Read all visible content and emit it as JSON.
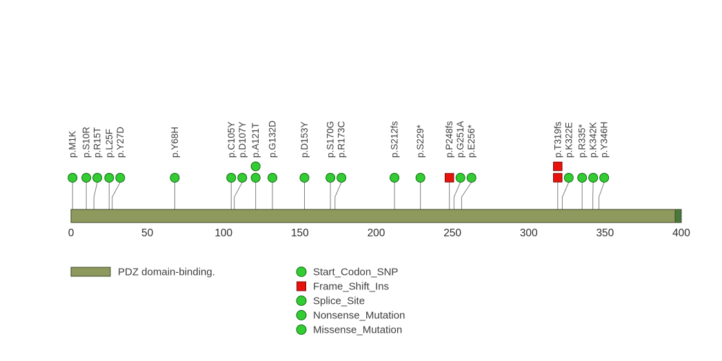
{
  "chart_data": {
    "type": "lollipop",
    "title": "",
    "xlabel": "",
    "xlim": [
      0,
      400
    ],
    "x_ticks": [
      0,
      50,
      100,
      150,
      200,
      250,
      300,
      350,
      400
    ],
    "grid": false,
    "legend_position": "bottom",
    "protein": {
      "start": 0,
      "end": 400,
      "color": "#8e995d",
      "border": "#3e452a"
    },
    "domains": [
      {
        "name": "PDZ domain-binding.",
        "start": 396,
        "end": 400,
        "color": "#47793a"
      }
    ],
    "marker_colors": {
      "green": "#33cc33",
      "green_stroke": "#0f6a0f",
      "red": "#e8120d",
      "red_stroke": "#7c0a07"
    },
    "mutations": [
      {
        "label": "p.M1K",
        "pos": 1,
        "count": 1,
        "shape": "circle",
        "color": "#33cc33",
        "stroke": "#0f6a0f"
      },
      {
        "label": "p.S10R",
        "pos": 10,
        "count": 1,
        "shape": "circle",
        "color": "#33cc33",
        "stroke": "#0f6a0f"
      },
      {
        "label": "p.R15T",
        "pos": 15,
        "count": 1,
        "shape": "circle",
        "color": "#33cc33",
        "stroke": "#0f6a0f"
      },
      {
        "label": "p.L25F",
        "pos": 25,
        "count": 1,
        "shape": "circle",
        "color": "#33cc33",
        "stroke": "#0f6a0f"
      },
      {
        "label": "p.Y27D",
        "pos": 27,
        "count": 1,
        "shape": "circle",
        "color": "#33cc33",
        "stroke": "#0f6a0f"
      },
      {
        "label": "p.Y68H",
        "pos": 68,
        "count": 1,
        "shape": "circle",
        "color": "#33cc33",
        "stroke": "#0f6a0f"
      },
      {
        "label": "p.C105Y",
        "pos": 105,
        "count": 1,
        "shape": "circle",
        "color": "#33cc33",
        "stroke": "#0f6a0f"
      },
      {
        "label": "p.D107Y",
        "pos": 107,
        "count": 1,
        "shape": "circle",
        "color": "#33cc33",
        "stroke": "#0f6a0f"
      },
      {
        "label": "p.A121T",
        "pos": 121,
        "count": 2,
        "shape": "circle",
        "color": "#33cc33",
        "stroke": "#0f6a0f"
      },
      {
        "label": "p.G132D",
        "pos": 132,
        "count": 1,
        "shape": "circle",
        "color": "#33cc33",
        "stroke": "#0f6a0f"
      },
      {
        "label": "p.D153Y",
        "pos": 153,
        "count": 1,
        "shape": "circle",
        "color": "#33cc33",
        "stroke": "#0f6a0f"
      },
      {
        "label": "p.S170G",
        "pos": 170,
        "count": 1,
        "shape": "circle",
        "color": "#33cc33",
        "stroke": "#0f6a0f"
      },
      {
        "label": "p.R173C",
        "pos": 173,
        "count": 1,
        "shape": "circle",
        "color": "#33cc33",
        "stroke": "#0f6a0f"
      },
      {
        "label": "p.S212fs",
        "pos": 212,
        "count": 1,
        "shape": "circle",
        "color": "#33cc33",
        "stroke": "#0f6a0f"
      },
      {
        "label": "p.S229*",
        "pos": 229,
        "count": 1,
        "shape": "circle",
        "color": "#33cc33",
        "stroke": "#0f6a0f"
      },
      {
        "label": "p.P248fs",
        "pos": 248,
        "count": 1,
        "shape": "square",
        "color": "#e8120d",
        "stroke": "#7c0a07"
      },
      {
        "label": "p.G251A",
        "pos": 251,
        "count": 1,
        "shape": "circle",
        "color": "#33cc33",
        "stroke": "#0f6a0f"
      },
      {
        "label": "p.E256*",
        "pos": 256,
        "count": 1,
        "shape": "circle",
        "color": "#33cc33",
        "stroke": "#0f6a0f"
      },
      {
        "label": "p.T319fs",
        "pos": 319,
        "count": 2,
        "shape": "square",
        "color": "#e8120d",
        "stroke": "#7c0a07"
      },
      {
        "label": "p.K322E",
        "pos": 322,
        "count": 1,
        "shape": "circle",
        "color": "#33cc33",
        "stroke": "#0f6a0f"
      },
      {
        "label": "p.R335*",
        "pos": 335,
        "count": 1,
        "shape": "circle",
        "color": "#33cc33",
        "stroke": "#0f6a0f"
      },
      {
        "label": "p.K342K",
        "pos": 342,
        "count": 1,
        "shape": "circle",
        "color": "#33cc33",
        "stroke": "#0f6a0f"
      },
      {
        "label": "p.Y346H",
        "pos": 346,
        "count": 1,
        "shape": "circle",
        "color": "#33cc33",
        "stroke": "#0f6a0f"
      }
    ],
    "legend": [
      {
        "label": "PDZ domain-binding.",
        "shape": "rect",
        "color": "#8e995d",
        "stroke": "#3e452a",
        "column": "left"
      },
      {
        "label": "Start_Codon_SNP",
        "shape": "circle",
        "color": "#33cc33",
        "stroke": "#0f6a0f",
        "column": "right"
      },
      {
        "label": "Frame_Shift_Ins",
        "shape": "square",
        "color": "#e8120d",
        "stroke": "#7c0a07",
        "column": "right"
      },
      {
        "label": "Splice_Site",
        "shape": "circle",
        "color": "#33cc33",
        "stroke": "#0f6a0f",
        "column": "right"
      },
      {
        "label": "Nonsense_Mutation",
        "shape": "circle",
        "color": "#33cc33",
        "stroke": "#0f6a0f",
        "column": "right"
      },
      {
        "label": "Missense_Mutation",
        "shape": "circle",
        "color": "#33cc33",
        "stroke": "#0f6a0f",
        "column": "right"
      }
    ]
  }
}
